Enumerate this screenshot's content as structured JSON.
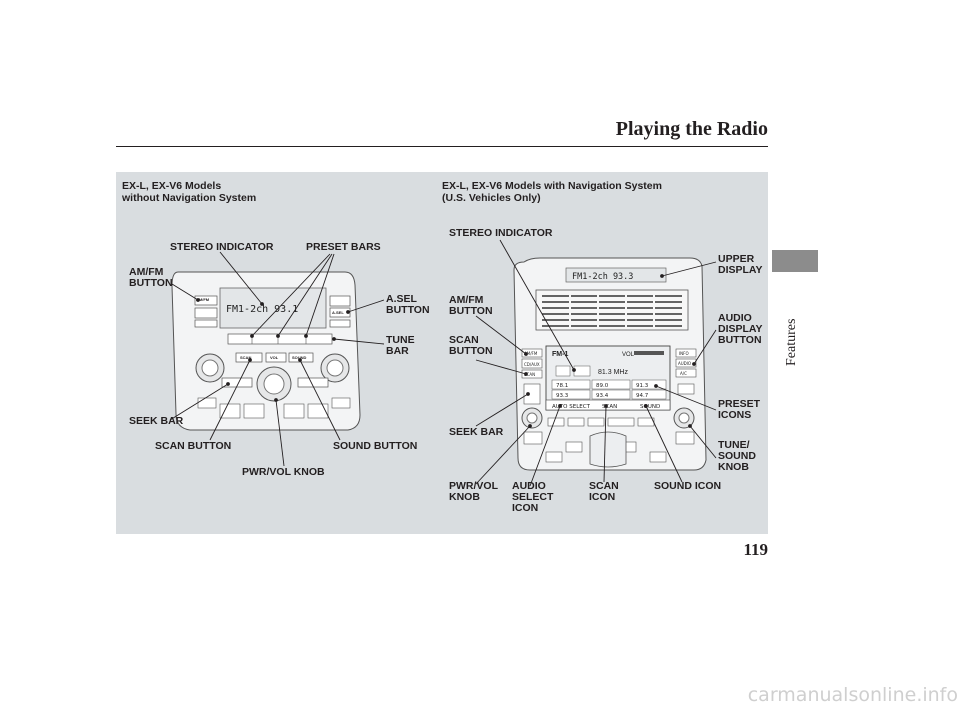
{
  "page": {
    "title": "Playing the Radio",
    "section": "Features",
    "number": "119"
  },
  "left_heading": "EX-L, EX-V6 Models\nwithout Navigation System",
  "right_heading": "EX-L, EX-V6 Models with Navigation System\n(U.S. Vehicles Only)",
  "left_callouts": {
    "stereo_indicator": "STEREO INDICATOR",
    "preset_bars": "PRESET BARS",
    "am_fm_button": "AM/FM\nBUTTON",
    "a_sel_button": "A.SEL\nBUTTON",
    "tune_bar": "TUNE\nBAR",
    "seek_bar": "SEEK BAR",
    "scan_button": "SCAN BUTTON",
    "sound_button": "SOUND BUTTON",
    "pwr_vol_knob": "PWR/VOL KNOB"
  },
  "right_callouts": {
    "stereo_indicator": "STEREO INDICATOR",
    "upper_display": "UPPER\nDISPLAY",
    "am_fm_button": "AM/FM\nBUTTON",
    "audio_display_button": "AUDIO\nDISPLAY\nBUTTON",
    "scan_button": "SCAN\nBUTTON",
    "preset_icons": "PRESET\nICONS",
    "seek_bar": "SEEK BAR",
    "tune_sound_knob": "TUNE/\nSOUND\nKNOB",
    "pwr_vol_knob": "PWR/VOL\nKNOB",
    "audio_select_icon": "AUDIO\nSELECT\nICON",
    "scan_icon": "SCAN\nICON",
    "sound_icon": "SOUND ICON"
  },
  "left_unit": {
    "display_text": "FM1-2ch 93.1",
    "buttons": [
      "AM/FM",
      "SCAN",
      "VOL",
      "SOUND",
      "A.SEL"
    ]
  },
  "right_unit": {
    "upper_display_text": "FM1-2ch 93.3",
    "screen_band": "FM-1",
    "screen_vol": "VOL",
    "screen_freq": "81.3 MHz",
    "screen_presets": [
      "78.1",
      "89.0",
      "91.3",
      "93.3",
      "93.4",
      "94.7"
    ],
    "screen_tabs": [
      "AUTO SELECT",
      "SCAN",
      "SOUND"
    ],
    "side_buttons_left": [
      "AM/FM",
      "CD/AUX",
      "SCAN"
    ],
    "side_buttons_right": [
      "INFO",
      "AUDIO",
      "A/C"
    ]
  },
  "watermark": "carmanualsonline.info"
}
